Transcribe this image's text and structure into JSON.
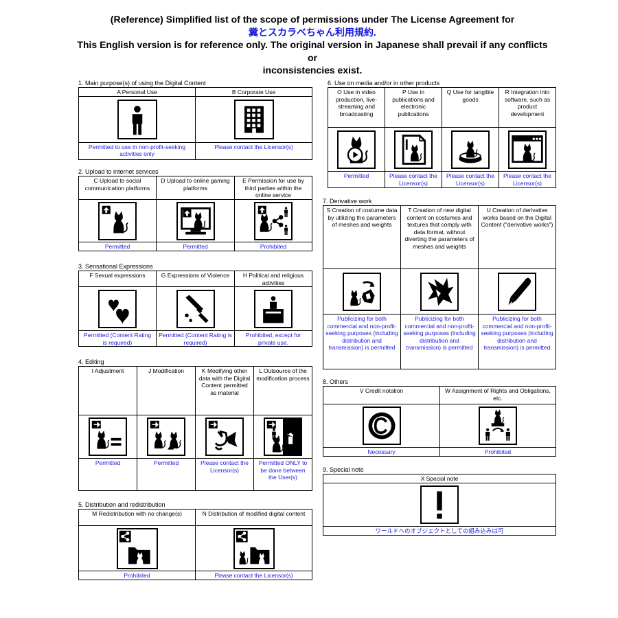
{
  "header": {
    "line1": "(Reference) Simplified list of the scope of permissions under The License Agreement for",
    "line2": "糞とスカラベちゃん利用規約.",
    "line3": "This English version is for reference only. The original version in Japanese shall prevail if any conflicts or",
    "line4": "inconsistencies exist."
  },
  "sections": {
    "s1": {
      "title": "1. Main purpose(s) of using the Digital Content",
      "cols": [
        {
          "label": "A Personal Use",
          "icon": "person-icon",
          "status": "Permitted to use in non-profit-seeking activities only"
        },
        {
          "label": "B  Corporate Use",
          "icon": "building-icon",
          "status": "Please contact the Licensor(s)"
        }
      ]
    },
    "s2": {
      "title": "2. Upload to internet services",
      "cols": [
        {
          "label": "C Upload to social communication platforms",
          "icon": "upload-social-icon",
          "status": "Permitted"
        },
        {
          "label": "D Upload to online gaming platforms",
          "icon": "upload-game-icon",
          "status": "Permitted"
        },
        {
          "label": "E Permission for use by third parties within the online service",
          "icon": "share-third-party-icon",
          "status": "Prohibited"
        }
      ]
    },
    "s3": {
      "title": "3. Sensational Expressions",
      "cols": [
        {
          "label": "F Sexual expressions",
          "icon": "hearts-icon",
          "status": "Permitted (Content Rating is required)"
        },
        {
          "label": "G Expressions of Violence",
          "icon": "knife-icon",
          "status": "Permitted (Content Rating is required)"
        },
        {
          "label": "H Political and religious activities",
          "icon": "podium-icon",
          "status": "Prohibited, except for private use."
        }
      ]
    },
    "s4": {
      "title": "4. Editing",
      "cols": [
        {
          "label": "I Adjustment",
          "icon": "adjustment-icon",
          "status": "Permitted"
        },
        {
          "label": "J Modification",
          "icon": "modification-icon",
          "status": "Permitted"
        },
        {
          "label": "K Modifying other data with the Digital Content permitted as material",
          "icon": "material-icon",
          "status": "Please contact the Licensor(s)"
        },
        {
          "label": "L Outsource of the modification process",
          "icon": "outsource-icon",
          "status": "Permitted ONLY to be done between the User(s)"
        }
      ]
    },
    "s5": {
      "title": "5. Distribution and redistribution",
      "cols": [
        {
          "label": "M Redistribution with no change(s)",
          "icon": "redistribute-icon",
          "status": "Prohibited"
        },
        {
          "label": "N Distribution of modified digital content",
          "icon": "distribute-modified-icon",
          "status": "Please contact the Licensor(s)"
        }
      ]
    },
    "s6": {
      "title": "6. Use on media and/or in other products",
      "cols": [
        {
          "label": "O Use in video production, live-streaming and broadcasting",
          "icon": "video-icon",
          "status": "Permitted"
        },
        {
          "label": "P Use in publications and electronic publications",
          "icon": "publication-icon",
          "status": "Please contact the Licensor(s)"
        },
        {
          "label": "Q Use for tangible goods",
          "icon": "goods-icon",
          "status": "Please contact the Licensor(s)"
        },
        {
          "label": "R Integration into software, such as product development",
          "icon": "software-icon",
          "status": "Please contact the Licensor(s)"
        }
      ]
    },
    "s7": {
      "title": "7. Derivative work",
      "cols": [
        {
          "label": "S Creation of costume data by utilizing the parameters of meshes and weights",
          "icon": "costume-icon",
          "status": "Publicizing for both commercial and non-profit-seeking purposes (including distribution and transmission) is permitted"
        },
        {
          "label": "T Creation of new digital content on costumes and textures that comply with data format, without diverting the parameters of meshes and weights",
          "icon": "texture-icon",
          "status": "Publicizing for both commercial and non-profit-seeking purposes (including distribution and transmission) is permitted"
        },
        {
          "label": "U Creation of derivative works based on the Digital Content (\"derivative works\")",
          "icon": "pen-nib-icon",
          "status": "Publicizing for both commercial and non-profit-seeking purposes (including distribution and transmission) is permitted"
        }
      ]
    },
    "s8": {
      "title": "8. Others",
      "cols": [
        {
          "label": "V Credit notation",
          "icon": "copyright-icon",
          "status": "Necessary"
        },
        {
          "label": "W Assignment of Rights and Obligations, etc.",
          "icon": "assignment-icon",
          "status": "Prohibited"
        }
      ]
    },
    "s9": {
      "title": "9. Special note",
      "cols": [
        {
          "label": "X Special note",
          "icon": "exclamation-icon",
          "status": "ワールドへのオブジェクトとしての組み込みは可"
        }
      ]
    }
  },
  "colors": {
    "status": "#1a1adb",
    "border": "#000000"
  }
}
